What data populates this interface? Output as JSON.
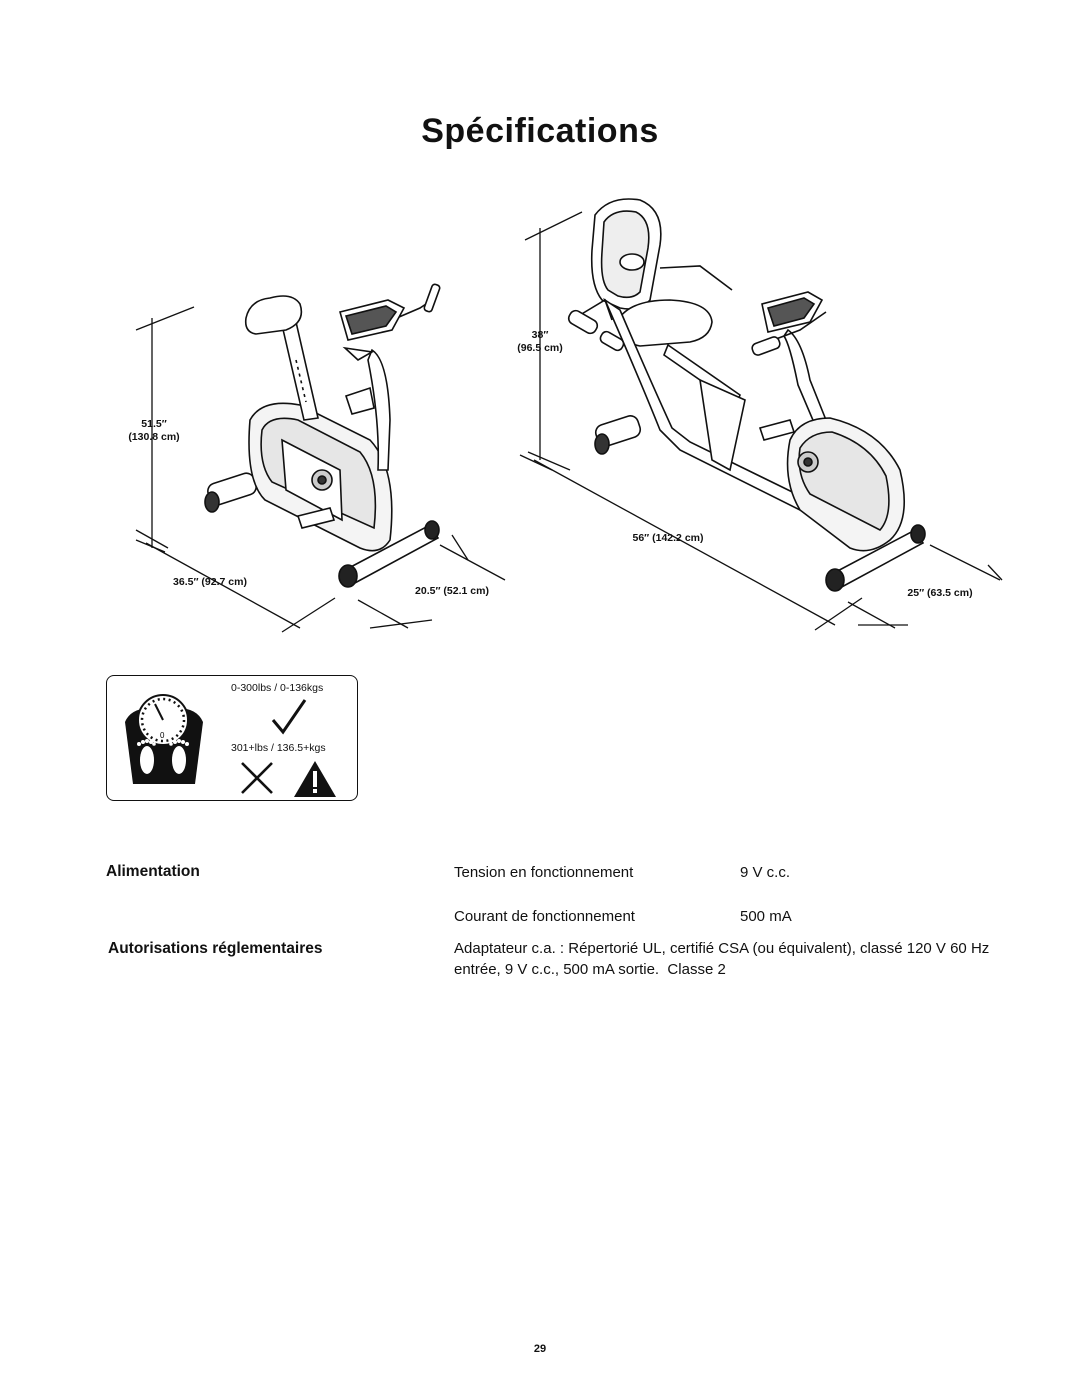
{
  "page": {
    "title": "Spécifications",
    "page_number": "29"
  },
  "upright_bike": {
    "height_in": "51.5″",
    "height_cm": "(130.8 cm)",
    "length": "36.5″ (92.7 cm)",
    "width": "20.5″ (52.1 cm)"
  },
  "recumbent_bike": {
    "height_in": "38″",
    "height_cm": "(96.5 cm)",
    "length": "56″ (142.2 cm)",
    "width": "25″ (63.5 cm)"
  },
  "weight_limits": {
    "ok_range": "0-300lbs / 0-136kgs",
    "over_range": "301+lbs / 136.5+kgs",
    "icons": [
      "scale-icon",
      "checkmark-icon",
      "cross-icon",
      "warning-icon"
    ]
  },
  "specs": {
    "power_heading": "Alimentation",
    "voltage_label": "Tension en fonctionnement",
    "voltage_value": "9 V c.c.",
    "current_label": "Courant de fonctionnement",
    "current_value": "500 mA",
    "approvals_heading": "Autorisations réglementaires",
    "approvals_line1": "Adaptateur c.a. : Répertorié UL, certifié CSA (ou équivalent), classé 120 V 60 Hz",
    "approvals_line2": "entrée, 9 V c.c., 500 mA sortie.  Classe 2"
  }
}
